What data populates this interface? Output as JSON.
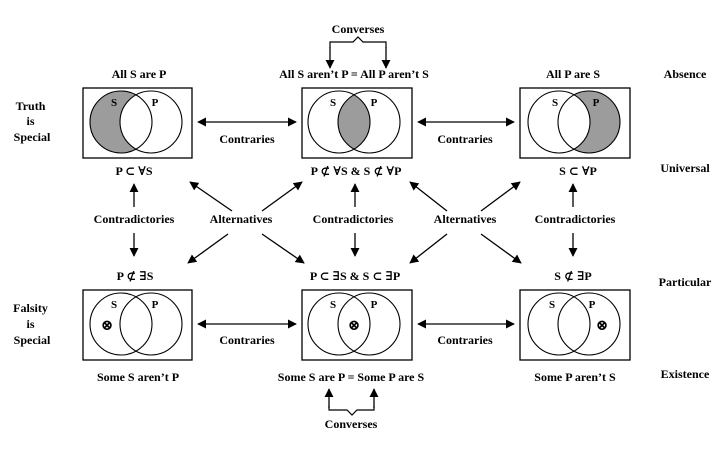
{
  "colors": {
    "shade": "#9c9c9c",
    "ink": "#000000",
    "background": "#ffffff"
  },
  "labels": {
    "converses_top": "Converses",
    "converses_bottom": "Converses",
    "contraries": "Contraries",
    "contradictories": "Contradictories",
    "alternatives": "Alternatives",
    "circle_s": "S",
    "circle_p": "P"
  },
  "side": {
    "truth": [
      "Truth",
      "is",
      "Special"
    ],
    "falsity": [
      "Falsity",
      "is",
      "Special"
    ],
    "absence": "Absence",
    "universal": "Universal",
    "particular": "Particular",
    "existence": "Existence"
  },
  "titles": {
    "top_left": "All S are P",
    "top_mid": "All S aren’t P  = All P aren’t S",
    "top_right": "All P are S",
    "bottom_left": "Some S aren’t P",
    "bottom_mid": "Some S are P  = Some P are S",
    "bottom_right": "Some P aren’t S"
  },
  "formulas": {
    "top_left": "P ⊂ ∀S",
    "top_mid": "P ⊄ ∀S  &  S ⊄ ∀P",
    "top_right": "S ⊂ ∀P",
    "bottom_left": "P ⊄ ∃S",
    "bottom_mid": "P ⊂ ∃S  &  S ⊂ ∃P",
    "bottom_right": "S ⊄ ∃P"
  },
  "venn_states": [
    {
      "box": "top-left",
      "shaded": "s-only",
      "marker": "none"
    },
    {
      "box": "top-middle",
      "shaded": "intersection",
      "marker": "none"
    },
    {
      "box": "top-right",
      "shaded": "p-only",
      "marker": "none"
    },
    {
      "box": "bottom-left",
      "shaded": "none",
      "marker": "s-only"
    },
    {
      "box": "bottom-middle",
      "shaded": "none",
      "marker": "intersection"
    },
    {
      "box": "bottom-right",
      "shaded": "none",
      "marker": "p-only"
    }
  ],
  "marker_symbol": "⊗"
}
